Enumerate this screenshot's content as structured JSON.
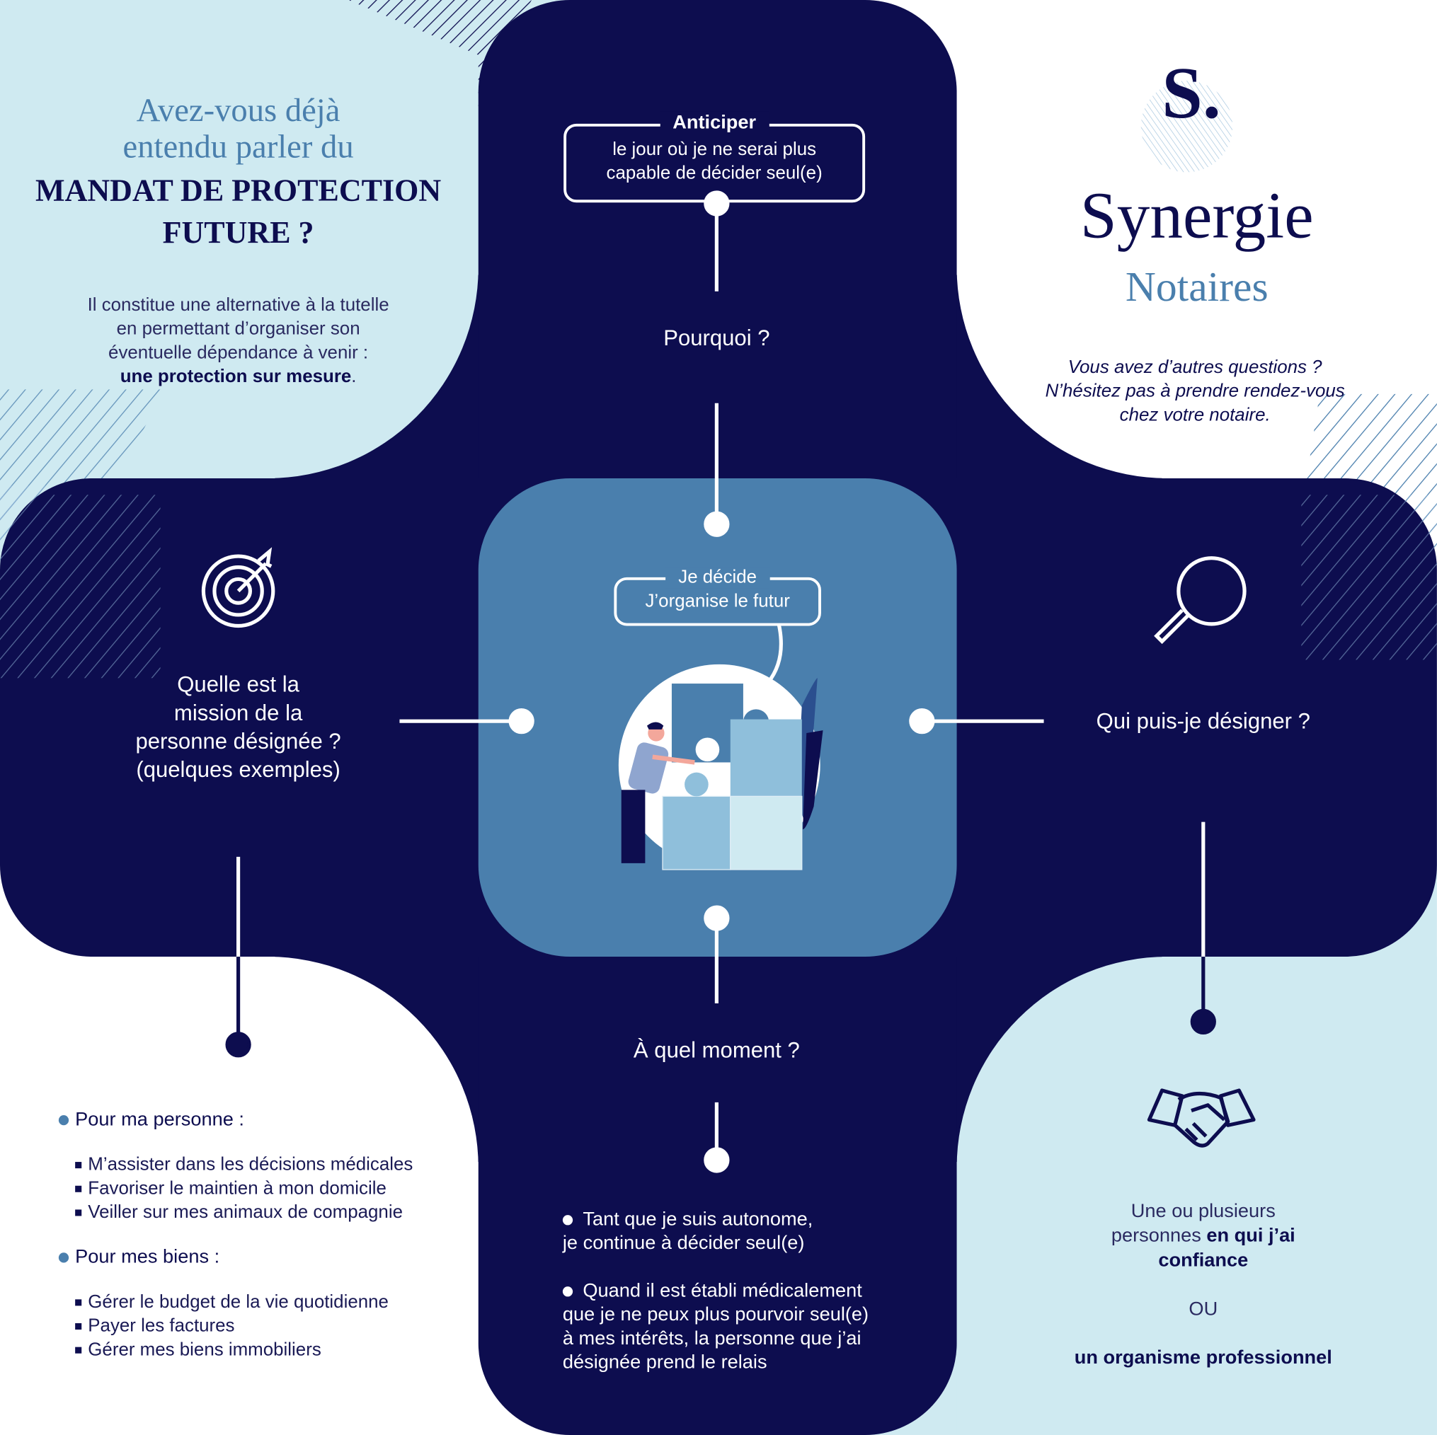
{
  "intro": {
    "title_line1": "Avez-vous déjà",
    "title_line2": "entendu parler du",
    "title_bold1": "MANDAT DE PROTECTION",
    "title_bold2": "FUTURE ?",
    "para_line1": "Il constitue une alternative à la tutelle",
    "para_line2": "en permettant d’organiser son",
    "para_line3": "éventuelle dépendance à venir :",
    "para_bold": "une protection sur mesure",
    "para_end": "."
  },
  "brand": {
    "monogram": "S.",
    "name": "Synergie",
    "subtitle": "Notaires",
    "cta_line1": "Vous avez d’autres questions ?",
    "cta_line2": "N’hésitez pas à prendre rendez-vous",
    "cta_line3": "chez votre notaire."
  },
  "why": {
    "box_label": "Anticiper",
    "box_line1": "le jour où je ne serai plus",
    "box_line2": "capable de décider seul(e)",
    "question": "Pourquoi ?"
  },
  "center": {
    "line1": "Je décide",
    "line2": "J’organise le futur"
  },
  "mission": {
    "q1": "Quelle est la",
    "q2": "mission de la",
    "q3": "personne désignée ?",
    "q4": "(quelques exemples)",
    "person_heading": "Pour ma personne :",
    "person_items": [
      "M’assister dans les décisions médicales",
      "Favoriser le maintien à mon domicile",
      "Veiller sur mes animaux de compagnie"
    ],
    "assets_heading": "Pour mes biens :",
    "assets_items": [
      "Gérer le budget de la vie quotidienne",
      "Payer les factures",
      "Gérer mes biens immobiliers"
    ]
  },
  "who": {
    "question": "Qui puis-je désigner ?",
    "a1": "Une ou plusieurs",
    "a2_plain": "personnes ",
    "a2_bold": "en qui j’ai",
    "a3_bold": "confiance",
    "or": "OU",
    "a4_bold": "un organisme professionnel"
  },
  "when": {
    "question": "À quel moment ?",
    "b1_line1": "Tant que je suis autonome,",
    "b1_line2": "je continue à décider seul(e)",
    "b2_line1": "Quand il est établi médicalement",
    "b2_line2": "que je ne peux plus pourvoir seul(e)",
    "b2_line3": "à mes intérêts, la personne que j’ai",
    "b2_line4": "désignée prend le relais"
  },
  "colors": {
    "navy": "#0d0d4f",
    "light": "#cfeaf1",
    "blue": "#4a7fad"
  }
}
